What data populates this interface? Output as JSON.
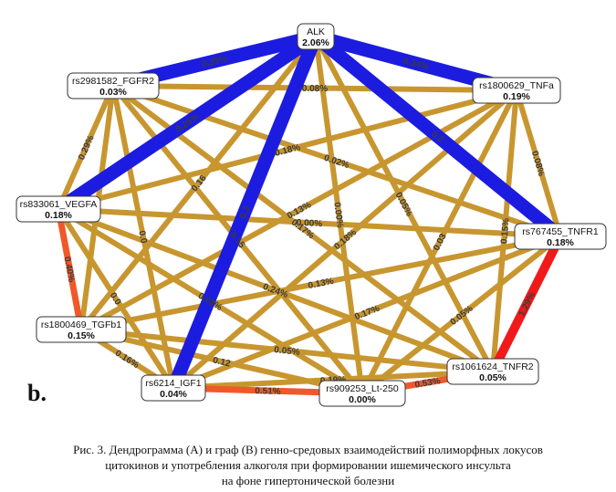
{
  "panel_label": "b.",
  "caption": {
    "line1": "Рис. 3. Дендрограмма (А) и граф (В) генно-средовых взаимодействий полиморфных локусов",
    "line2": "цитокинов и употребления алкоголя при формировании ишемического инсульта",
    "line3": "на фоне гипертонической болезни"
  },
  "colors": {
    "blue": "#1c1ce0",
    "gold": "#c8962f",
    "orange": "#f0582a",
    "red": "#f01a1a",
    "label_text": "#3a3a3a"
  },
  "nodes": [
    {
      "id": "alk",
      "name": "ALK",
      "value": "2.06%"
    },
    {
      "id": "fgfr2",
      "name": "rs2981582_FGFR2",
      "value": "0.03%"
    },
    {
      "id": "tnfa",
      "name": "rs1800629_TNFa",
      "value": "0.19%"
    },
    {
      "id": "vegfa",
      "name": "rs833061_VEGFA",
      "value": "0.18%"
    },
    {
      "id": "tnfr1",
      "name": "rs767455_TNFR1",
      "value": "0.18%"
    },
    {
      "id": "tgfb1",
      "name": "rs1800469_TGFb1",
      "value": "0.15%"
    },
    {
      "id": "tnfr2",
      "name": "rs1061624_TNFR2",
      "value": "0.05%"
    },
    {
      "id": "igf1",
      "name": "rs6214_IGF1",
      "value": "0.04%"
    },
    {
      "id": "lt250",
      "name": "rs909253_Lt-250",
      "value": "0.00%"
    }
  ],
  "edges": [
    {
      "source": "alk",
      "target": "fgfr2",
      "color": "blue",
      "label": "0.33%"
    },
    {
      "source": "alk",
      "target": "tnfa",
      "color": "blue",
      "label": "0.34%"
    },
    {
      "source": "alk",
      "target": "vegfa",
      "color": "blue",
      "label": "0.25%"
    },
    {
      "source": "alk",
      "target": "tnfr1",
      "color": "blue",
      "label": "0.2"
    },
    {
      "source": "alk",
      "target": "igf1",
      "color": "blue",
      "label": "0.3"
    },
    {
      "source": "alk",
      "target": "tgfb1",
      "color": "gold",
      "label": "0.16"
    },
    {
      "source": "alk",
      "target": "tnfr2",
      "color": "gold",
      "label": "0.05%"
    },
    {
      "source": "alk",
      "target": "lt250",
      "color": "gold",
      "label": "0.00%"
    },
    {
      "source": "fgfr2",
      "target": "tnfa",
      "color": "gold",
      "label": "0.08%"
    },
    {
      "source": "fgfr2",
      "target": "vegfa",
      "color": "gold",
      "label": "0.29%"
    },
    {
      "source": "fgfr2",
      "target": "tnfr1",
      "color": "gold",
      "label": "0.02%"
    },
    {
      "source": "fgfr2",
      "target": "tnfr2",
      "color": "gold",
      "label": "0.17%"
    },
    {
      "source": "fgfr2",
      "target": "lt250",
      "color": "gold",
      "label": "0.15"
    },
    {
      "source": "fgfr2",
      "target": "igf1",
      "color": "gold",
      "label": "0.0"
    },
    {
      "source": "fgfr2",
      "target": "tgfb1",
      "color": "gold",
      "label": ""
    },
    {
      "source": "tnfa",
      "target": "tnfr1",
      "color": "gold",
      "label": "0.08%"
    },
    {
      "source": "tnfa",
      "target": "vegfa",
      "color": "gold",
      "label": "0.18%"
    },
    {
      "source": "tnfa",
      "target": "tgfb1",
      "color": "gold",
      "label": "0.13%"
    },
    {
      "source": "tnfa",
      "target": "igf1",
      "color": "gold",
      "label": "0.18%"
    },
    {
      "source": "tnfa",
      "target": "lt250",
      "color": "gold",
      "label": "0.03"
    },
    {
      "source": "tnfa",
      "target": "tnfr2",
      "color": "gold",
      "label": "0.15%"
    },
    {
      "source": "vegfa",
      "target": "tnfr1",
      "color": "gold",
      "label": "0.00%"
    },
    {
      "source": "vegfa",
      "target": "tgfb1",
      "color": "orange",
      "label": "0.40%"
    },
    {
      "source": "vegfa",
      "target": "igf1",
      "color": "gold",
      "label": "0.0"
    },
    {
      "source": "vegfa",
      "target": "tnfr2",
      "color": "gold",
      "label": "0.24%"
    },
    {
      "source": "vegfa",
      "target": "lt250",
      "color": "gold",
      "label": "0.02%"
    },
    {
      "source": "tnfr1",
      "target": "tgfb1",
      "color": "gold",
      "label": "0.13%"
    },
    {
      "source": "tnfr1",
      "target": "tnfr2",
      "color": "red",
      "label": "1.29%"
    },
    {
      "source": "tnfr1",
      "target": "igf1",
      "color": "gold",
      "label": "0.17%"
    },
    {
      "source": "tnfr1",
      "target": "lt250",
      "color": "gold",
      "label": "0.05%"
    },
    {
      "source": "tgfb1",
      "target": "igf1",
      "color": "gold",
      "label": "0.16%"
    },
    {
      "source": "tgfb1",
      "target": "lt250",
      "color": "gold",
      "label": "0.12"
    },
    {
      "source": "tgfb1",
      "target": "tnfr2",
      "color": "gold",
      "label": "0.05%"
    },
    {
      "source": "igf1",
      "target": "lt250",
      "color": "orange",
      "label": "0.51%"
    },
    {
      "source": "igf1",
      "target": "tnfr2",
      "color": "gold",
      "label": "0.19%"
    },
    {
      "source": "lt250",
      "target": "tnfr2",
      "color": "orange",
      "label": "0.53%"
    }
  ]
}
